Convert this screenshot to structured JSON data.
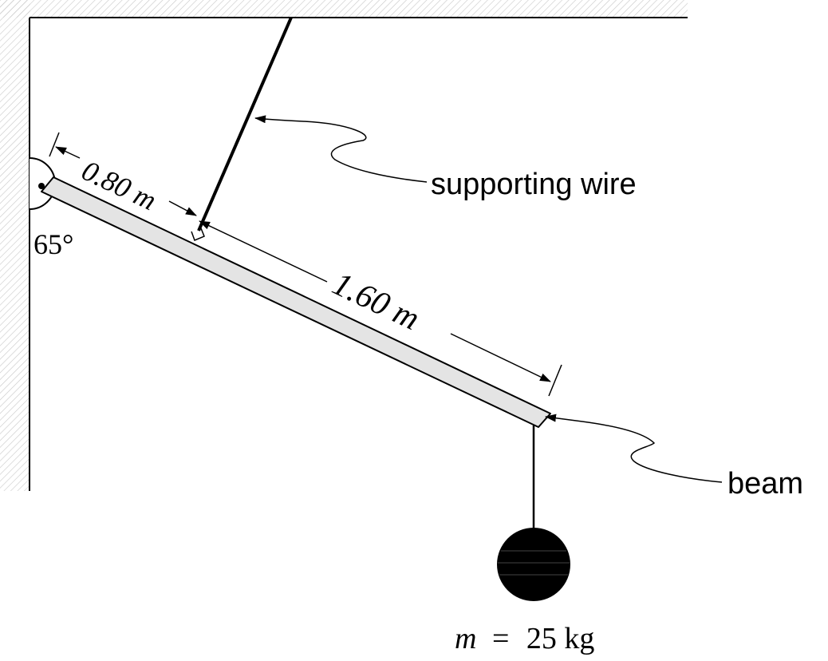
{
  "labels": {
    "left_distance": "0.80 m",
    "right_distance": "1.60 m",
    "angle": "65°",
    "wire": "supporting wire",
    "beam": "beam",
    "mass_symbol": "m",
    "mass_equals": "=",
    "mass_value": "25 kg"
  },
  "colors": {
    "line": "#000000",
    "beam_fill": "#e4e4e4",
    "hatch": "#c8c8c8",
    "mass_fill": "#000000"
  }
}
